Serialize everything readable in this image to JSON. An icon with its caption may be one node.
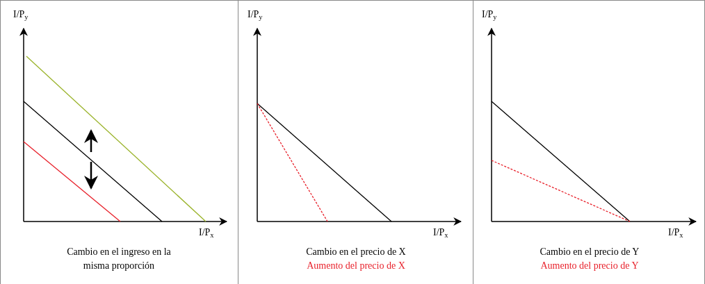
{
  "diagram": {
    "nodes": [
      {
        "text": [
          "I/P$_{y}$",
          "Cambio en el ingreso en la misma proporción"
        ]
      },
      {
        "text": [
          "I/P$_{y}$",
          "I/P$_{x}$",
          "Cambio en el precio de X",
          "Aumento del precio de X"
        ]
      },
      {
        "text": [
          "I/P$_{y}$",
          "I/P$_{x}$",
          "Cambio en el precio de Y",
          "Aumento del precio de Y"
        ]
      }
    ],
    "labels": [
      "I/P$_{x}$"
    ]
  }
}
